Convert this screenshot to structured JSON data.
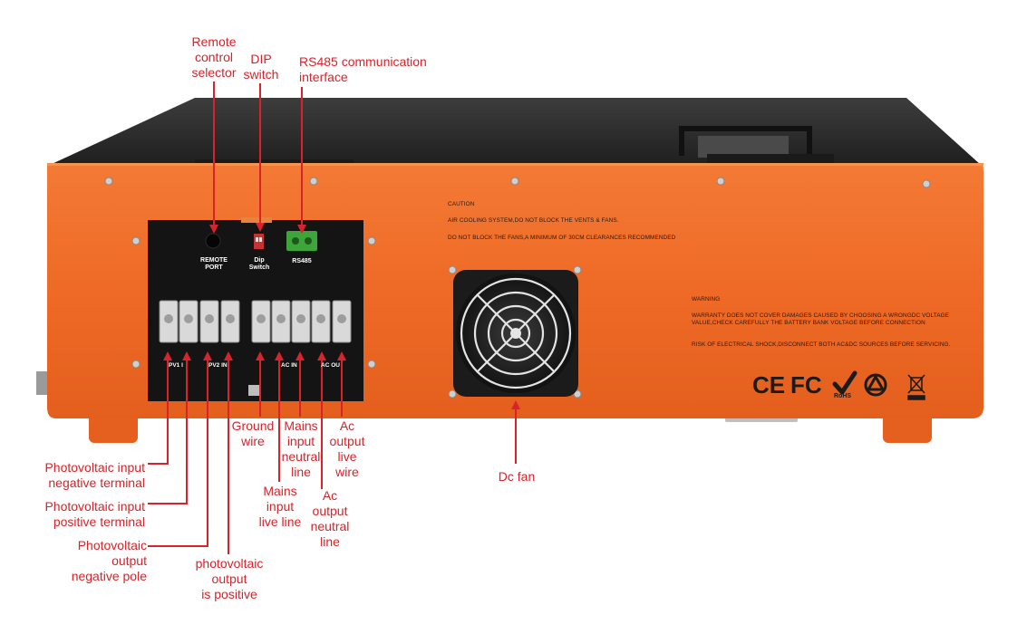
{
  "callouts": {
    "remote_control_selector": "Remote\ncontrol\nselector",
    "dip_switch": "DIP\nswitch",
    "rs485_interface": "RS485 communication\ninterface",
    "pv_input_negative": "Photovoltaic input\nnegative terminal",
    "pv_input_positive": "Photovoltaic input\npositive terminal",
    "pv_output_negative": "Photovoltaic\noutput\nnegative pole",
    "pv_output_positive": "photovoltaic\noutput\nis positive",
    "ground_wire": "Ground\nwire",
    "mains_input_neutral": "Mains\ninput\nneutral\nline",
    "ac_output_live": "Ac\noutput\nlive\nwire",
    "mains_input_live": "Mains\ninput\nlive line",
    "ac_output_neutral": "Ac\noutput\nneutral\nline",
    "dc_fan": "Dc fan"
  },
  "panel": {
    "remote_port": "REMOTE\nPORT",
    "dip_switch": "Dip\nSwitch",
    "rs485": "RS485",
    "pv1": "PV1 I",
    "pv2": "PV2 IN",
    "ac_in": "AC IN",
    "ac_out": "AC OU"
  },
  "caution": {
    "title": "CAUTION",
    "line1": "AIR COOLING SYSTEM,DO NOT BLOCK THE VENTS & FANS.",
    "line2": "DO NOT BLOCK THE FANS,A MINIMUM OF 30CM CLEARANCES RECOMMENDED"
  },
  "warning": {
    "title": "WARNING",
    "line1": "WARRANTY DOES NOT COVER DAMAGES CAUSED BY CHOOSING A WRONGDC VOLTAGE\nVALUE,CHECK CAREFULLY THE BATTERY BANK VOLTAGE BEFORE CONNECTION",
    "line2": "RISK OF ELECTRICAL SHOCK,DISCONNECT BOTH AC&DC SOURCES BEFORE SERVICING."
  },
  "certifications": {
    "ce": "CE",
    "fc": "FC",
    "rohs": "RoHS"
  },
  "colors": {
    "callout_red": "#d8232a",
    "body_orange": "#ee6a26",
    "lid_dark": "#2c2c2c"
  },
  "icons": [
    "rohs-check-icon",
    "recycle-icon",
    "weee-bin-icon",
    "fan-grille-icon"
  ]
}
